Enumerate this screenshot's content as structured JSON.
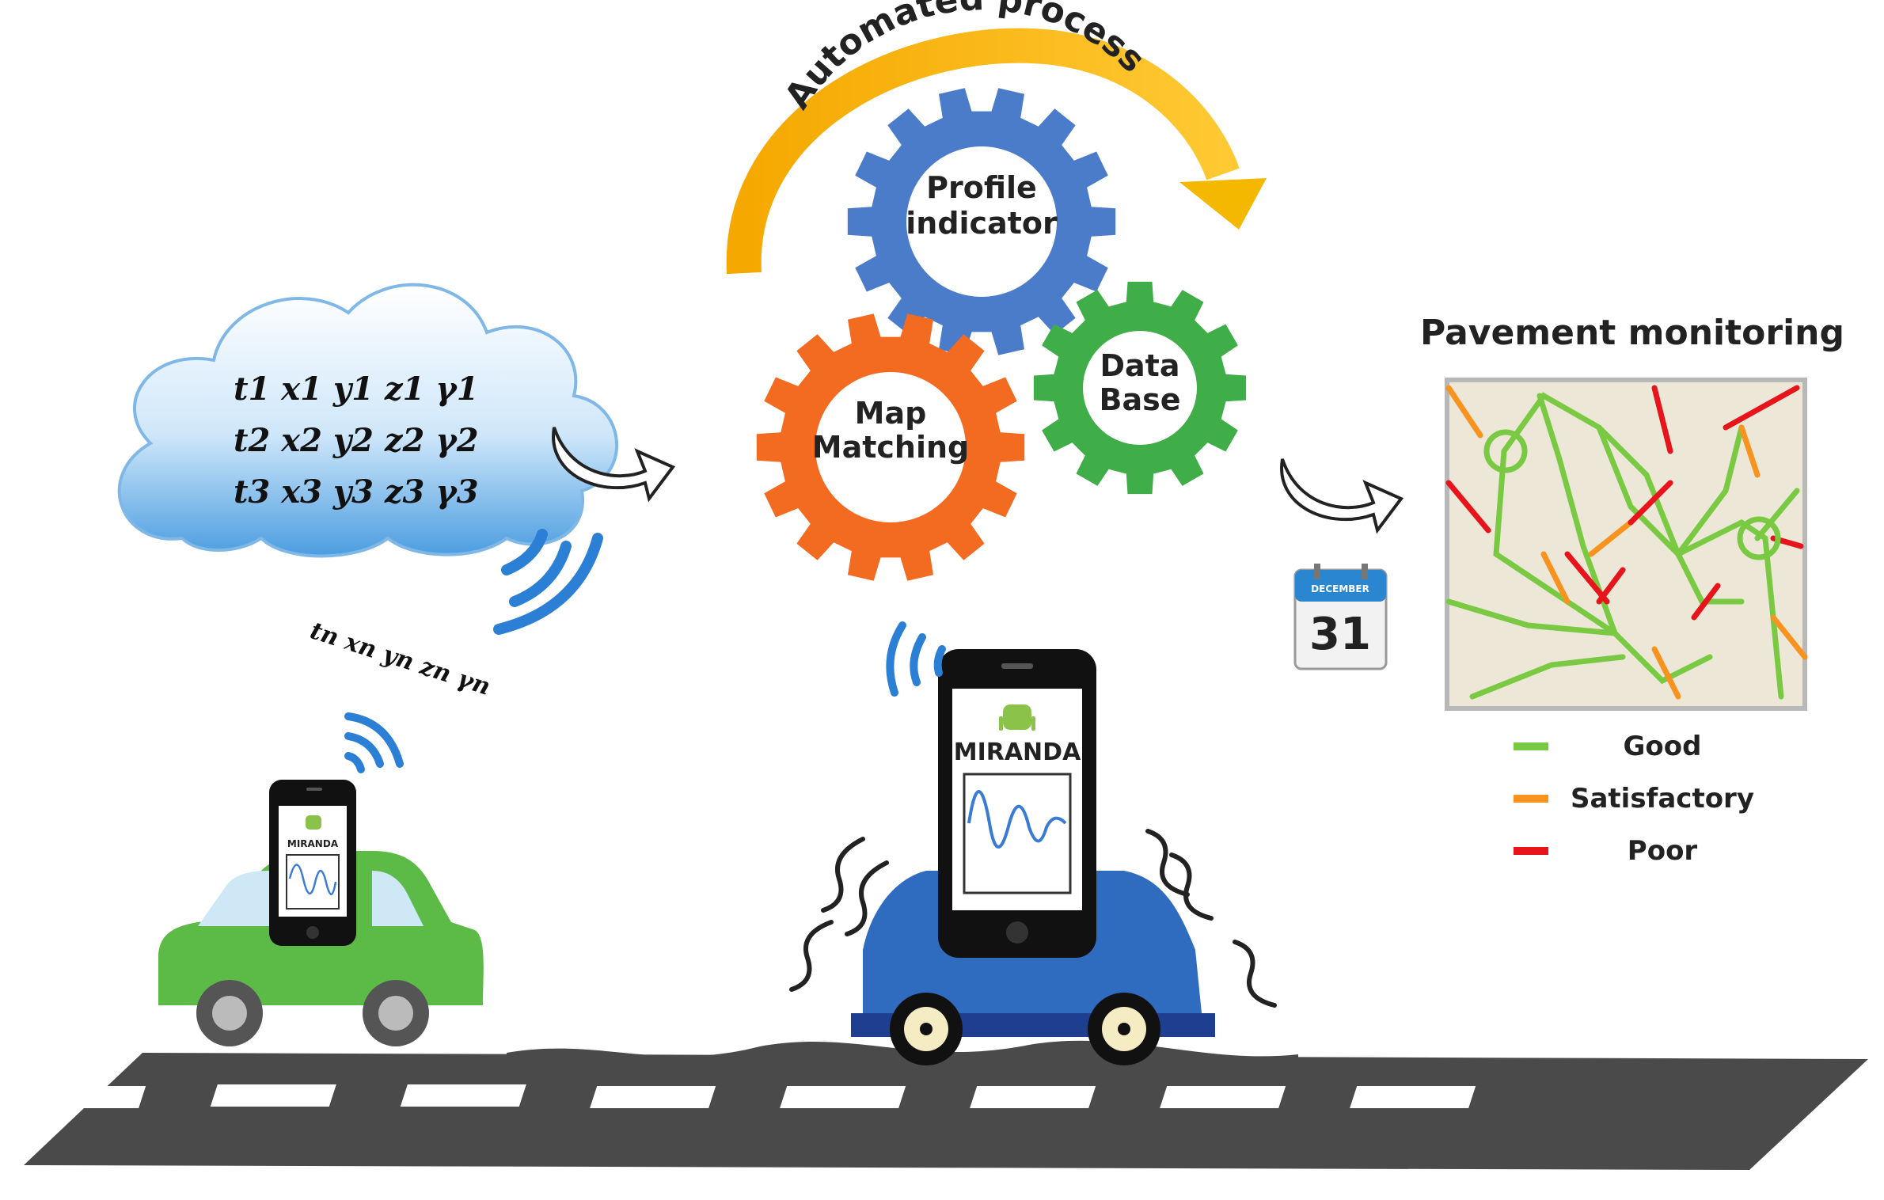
{
  "arc_label": "Automated process",
  "gears": {
    "profile_line1": "Profile",
    "profile_line2": "indicator",
    "map_line1": "Map",
    "map_line2": "Matching",
    "db_line1": "Data",
    "db_line2": "Base"
  },
  "cloud": {
    "rows": [
      [
        "t",
        "1",
        "x",
        "1",
        "y",
        "1",
        "z",
        "1",
        "γ",
        "1"
      ],
      [
        "t",
        "2",
        "x",
        "2",
        "y",
        "2",
        "z",
        "2",
        "γ",
        "2"
      ],
      [
        "t",
        "3",
        "x",
        "3",
        "y",
        "3",
        "z",
        "3",
        "γ",
        "3"
      ]
    ],
    "row_text": [
      "t1   x1   y1   z1   γ1",
      "t2   x2   y2   z2   γ2",
      "t3   x3   y3   z3   γ3"
    ]
  },
  "stream_text": "tn  xn  yn  zn  γn",
  "phone_small_label": "MIRANDA",
  "phone_big_label": "MIRANDA",
  "calendar": {
    "month": "DECEMBER",
    "day": "31"
  },
  "monitoring": {
    "title": "Pavement monitoring",
    "legend": [
      {
        "label": "Good",
        "color": "#7ac943"
      },
      {
        "label": "Satisfactory",
        "color": "#f7931e"
      },
      {
        "label": "Poor",
        "color": "#e8141b"
      }
    ]
  },
  "colors": {
    "arc": "#f5b800",
    "gear_blue": "#4a7cc9",
    "gear_orange": "#f26b21",
    "gear_green": "#3fae49",
    "car_green": "#5cbb47",
    "car_blue": "#2f6bbf",
    "road": "#4a4a4a",
    "signal": "#2b7fd4"
  }
}
